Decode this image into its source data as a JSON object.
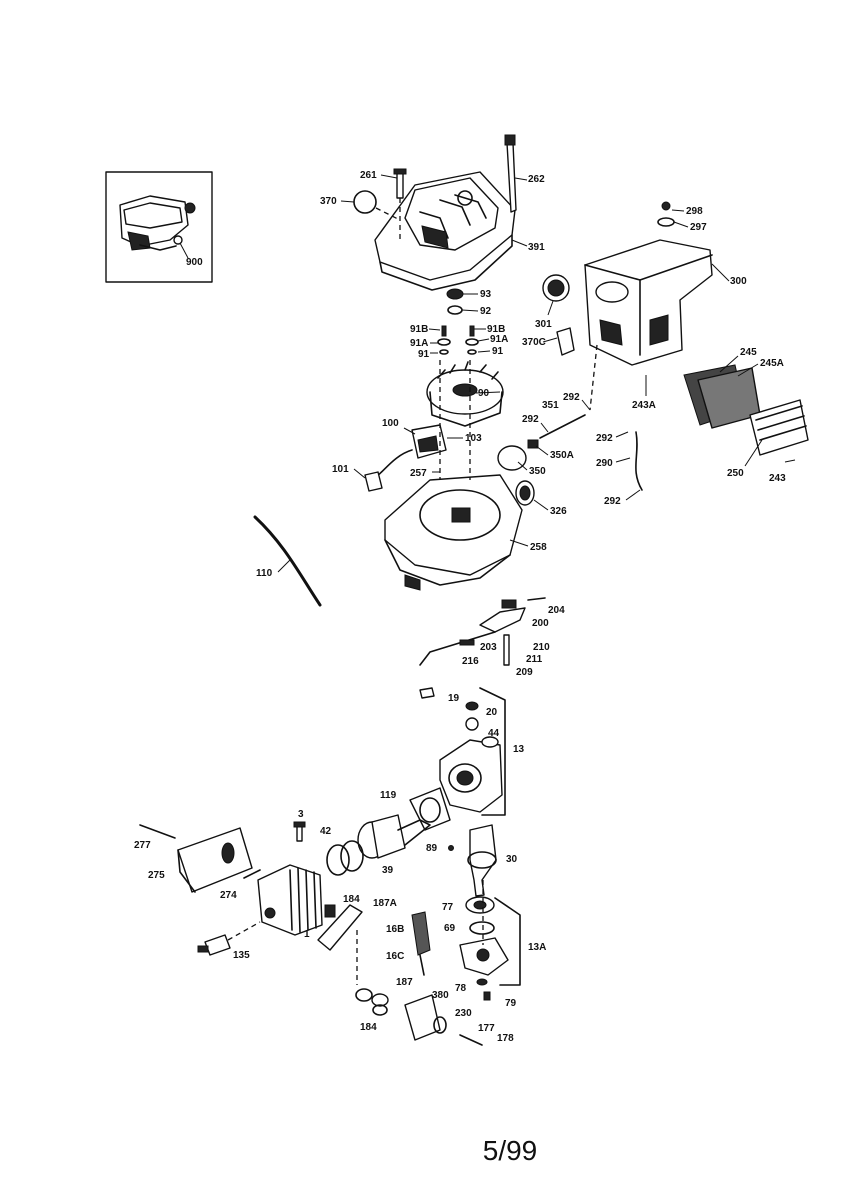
{
  "labels": [
    {
      "id": "900",
      "text": "900"
    },
    {
      "id": "261",
      "text": "261"
    },
    {
      "id": "262",
      "text": "262"
    },
    {
      "id": "370",
      "text": "370"
    },
    {
      "id": "391",
      "text": "391"
    },
    {
      "id": "298",
      "text": "298"
    },
    {
      "id": "297",
      "text": "297"
    },
    {
      "id": "300",
      "text": "300"
    },
    {
      "id": "93",
      "text": "93"
    },
    {
      "id": "92",
      "text": "92"
    },
    {
      "id": "301",
      "text": "301"
    },
    {
      "id": "91B_l",
      "text": "91B"
    },
    {
      "id": "91B_r",
      "text": "91B"
    },
    {
      "id": "91A_l",
      "text": "91A"
    },
    {
      "id": "91A_r",
      "text": "91A"
    },
    {
      "id": "91_l",
      "text": "91"
    },
    {
      "id": "91_r",
      "text": "91"
    },
    {
      "id": "370C",
      "text": "370C"
    },
    {
      "id": "245",
      "text": "245"
    },
    {
      "id": "245A",
      "text": "245A"
    },
    {
      "id": "90",
      "text": "90"
    },
    {
      "id": "243A",
      "text": "243A"
    },
    {
      "id": "292_a",
      "text": "292"
    },
    {
      "id": "351",
      "text": "351"
    },
    {
      "id": "292_b",
      "text": "292"
    },
    {
      "id": "100",
      "text": "100"
    },
    {
      "id": "103",
      "text": "103"
    },
    {
      "id": "350A",
      "text": "350A"
    },
    {
      "id": "292_c",
      "text": "292"
    },
    {
      "id": "290",
      "text": "290"
    },
    {
      "id": "101",
      "text": "101"
    },
    {
      "id": "257",
      "text": "257"
    },
    {
      "id": "350",
      "text": "350"
    },
    {
      "id": "250",
      "text": "250"
    },
    {
      "id": "243",
      "text": "243"
    },
    {
      "id": "292_d",
      "text": "292"
    },
    {
      "id": "326",
      "text": "326"
    },
    {
      "id": "258",
      "text": "258"
    },
    {
      "id": "110",
      "text": "110"
    },
    {
      "id": "204",
      "text": "204"
    },
    {
      "id": "200",
      "text": "200"
    },
    {
      "id": "210",
      "text": "210"
    },
    {
      "id": "203",
      "text": "203"
    },
    {
      "id": "211",
      "text": "211"
    },
    {
      "id": "216",
      "text": "216"
    },
    {
      "id": "209",
      "text": "209"
    },
    {
      "id": "19",
      "text": "19"
    },
    {
      "id": "20",
      "text": "20"
    },
    {
      "id": "44",
      "text": "44"
    },
    {
      "id": "13",
      "text": "13"
    },
    {
      "id": "119",
      "text": "119"
    },
    {
      "id": "3",
      "text": "3"
    },
    {
      "id": "42",
      "text": "42"
    },
    {
      "id": "277",
      "text": "277"
    },
    {
      "id": "89",
      "text": "89"
    },
    {
      "id": "30",
      "text": "30"
    },
    {
      "id": "39",
      "text": "39"
    },
    {
      "id": "275",
      "text": "275"
    },
    {
      "id": "274",
      "text": "274"
    },
    {
      "id": "184_a",
      "text": "184"
    },
    {
      "id": "187A",
      "text": "187A"
    },
    {
      "id": "77",
      "text": "77"
    },
    {
      "id": "1",
      "text": "1"
    },
    {
      "id": "16B",
      "text": "16B"
    },
    {
      "id": "69",
      "text": "69"
    },
    {
      "id": "13A",
      "text": "13A"
    },
    {
      "id": "16C",
      "text": "16C"
    },
    {
      "id": "135",
      "text": "135"
    },
    {
      "id": "187",
      "text": "187"
    },
    {
      "id": "78",
      "text": "78"
    },
    {
      "id": "79",
      "text": "79"
    },
    {
      "id": "380",
      "text": "380"
    },
    {
      "id": "230",
      "text": "230"
    },
    {
      "id": "184_b",
      "text": "184"
    },
    {
      "id": "177",
      "text": "177"
    },
    {
      "id": "178",
      "text": "178"
    }
  ],
  "footer": {
    "date_code": "5/99"
  }
}
